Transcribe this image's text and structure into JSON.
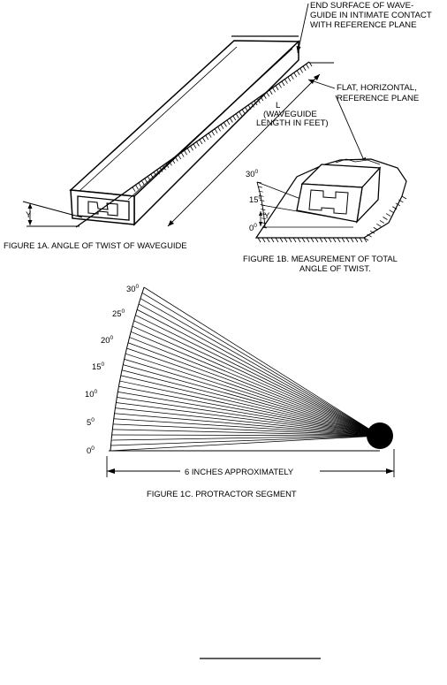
{
  "figure_1a": {
    "callout_end_surface": [
      "END SURFACE OF WAVE-",
      "GUIDE IN INTIMATE CONTACT",
      "WITH REFERENCE PLANE"
    ],
    "callout_reference_plane": [
      "FLAT, HORIZONTAL,",
      "REFERENCE PLANE"
    ],
    "length_symbol": "L",
    "length_note": [
      "(WAVEGUIDE",
      "LENGTH IN FEET)"
    ],
    "twist_symbol": "Y",
    "caption": "FIGURE 1A. ANGLE OF TWIST OF WAVEGUIDE"
  },
  "figure_1b": {
    "scale_values": [
      "30",
      "15",
      "0"
    ],
    "degree_mark": "0",
    "twist_symbol": "Y",
    "caption": [
      "FIGURE 1B. MEASUREMENT OF TOTAL",
      "ANGLE OF TWIST."
    ]
  },
  "figure_1c": {
    "scale_values": [
      "30",
      "25",
      "20",
      "15",
      "10",
      "5",
      "0"
    ],
    "degree_mark": "0",
    "dimension_label": "6 INCHES APPROXIMATELY",
    "caption": "FIGURE 1C. PROTRACTOR SEGMENT"
  }
}
